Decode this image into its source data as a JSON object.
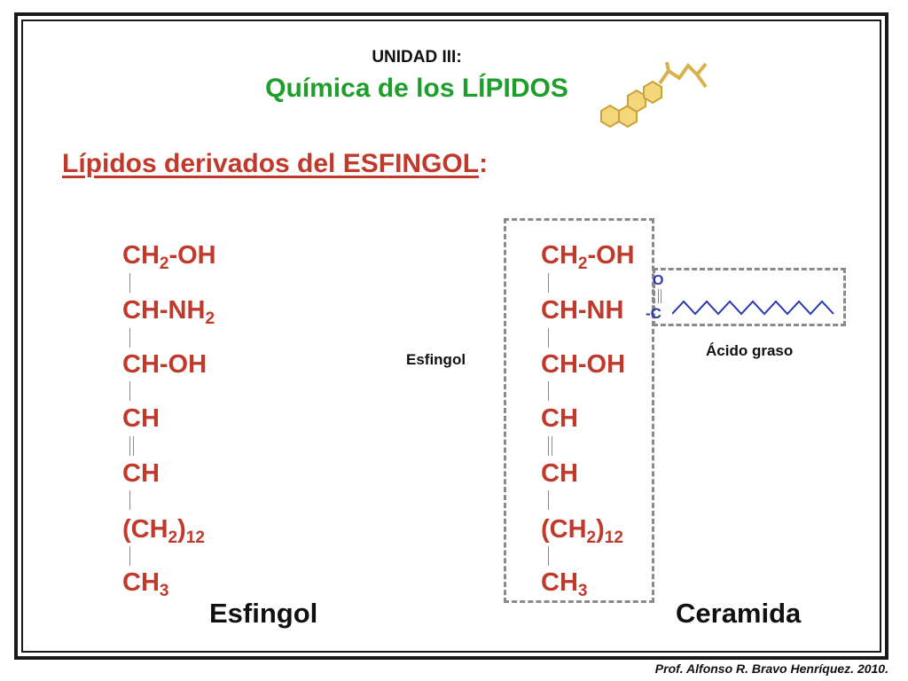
{
  "header": {
    "unit": "UNIDAD III:",
    "title": "Química de los LÍPIDOS"
  },
  "subtitle": {
    "main": "Lípidos derivados del ESFINGOL",
    "colon": ":"
  },
  "esfingol_formula": {
    "l1": {
      "a": "CH",
      "sub": "2",
      "b": "-OH"
    },
    "l2": {
      "a": "CH-NH",
      "sub": "2"
    },
    "l3": "CH-OH",
    "l4": "CH",
    "l5": "CH",
    "l6": {
      "a": "(CH",
      "sub": "2",
      "b": ")",
      "sub2": "12"
    },
    "l7": {
      "a": "CH",
      "sub": "3"
    }
  },
  "ceramida_formula": {
    "l1": {
      "a": "CH",
      "sub": "2",
      "b": "-OH"
    },
    "l2": "CH-NH",
    "l3": "CH-OH",
    "l4": "CH",
    "l5": "CH",
    "l6": {
      "a": "(CH",
      "sub": "2",
      "b": ")",
      "sub2": "12"
    },
    "l7": {
      "a": "CH",
      "sub": "3"
    }
  },
  "acyl": {
    "o": "O",
    "c": "-C"
  },
  "labels": {
    "esfingol_caption": "Esfingol",
    "ceramida_caption": "Ceramida",
    "esfingol_box": "Esfingol",
    "fatty_acid": "Ácido graso"
  },
  "footer": {
    "credit": "Prof. Alfonso R. Bravo Henríquez. 2010."
  },
  "colors": {
    "title_green": "#1e9e2a",
    "formula_red": "#c0392b",
    "acyl_blue": "#2a3aa8",
    "logo_yellow": "#f3d77a"
  },
  "icons": {
    "logo": "steroid-molecule-icon"
  }
}
